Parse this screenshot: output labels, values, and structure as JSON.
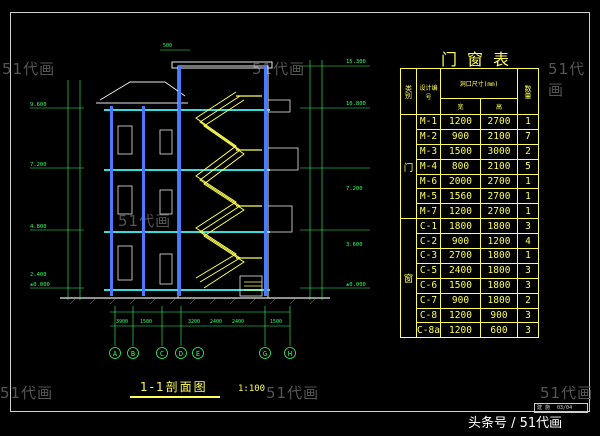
{
  "watermarks": [
    "51代画",
    "51代画",
    "51代画",
    "51代画",
    "51代画",
    "51代画",
    "51代画"
  ],
  "door_window_table": {
    "title": "门窗表",
    "headers": {
      "category": "类别",
      "code": "设计编号",
      "size": "洞口尺寸(mm)",
      "width": "宽",
      "height": "高",
      "count": "数量"
    },
    "groups": [
      {
        "label": "门",
        "rows": [
          {
            "code": "M-1",
            "width": "1200",
            "height": "2700",
            "count": "1"
          },
          {
            "code": "M-2",
            "width": "900",
            "height": "2100",
            "count": "7"
          },
          {
            "code": "M-3",
            "width": "1500",
            "height": "3000",
            "count": "2"
          },
          {
            "code": "M-4",
            "width": "800",
            "height": "2100",
            "count": "5"
          },
          {
            "code": "M-6",
            "width": "2000",
            "height": "2700",
            "count": "1"
          },
          {
            "code": "M-5",
            "width": "1560",
            "height": "2700",
            "count": "1"
          },
          {
            "code": "M-7",
            "width": "1200",
            "height": "2700",
            "count": "1"
          }
        ]
      },
      {
        "label": "窗",
        "rows": [
          {
            "code": "C-1",
            "width": "1800",
            "height": "1800",
            "count": "3"
          },
          {
            "code": "C-2",
            "width": "900",
            "height": "1200",
            "count": "4"
          },
          {
            "code": "C-3",
            "width": "2700",
            "height": "1800",
            "count": "1"
          },
          {
            "code": "C-5",
            "width": "2400",
            "height": "1800",
            "count": "3"
          },
          {
            "code": "C-6",
            "width": "1500",
            "height": "1800",
            "count": "3"
          },
          {
            "code": "C-7",
            "width": "900",
            "height": "1800",
            "count": "2"
          },
          {
            "code": "C-8",
            "width": "1200",
            "height": "900",
            "count": "3"
          },
          {
            "code": "C-8a",
            "width": "1200",
            "height": "600",
            "count": "3"
          }
        ]
      }
    ]
  },
  "section": {
    "title": "1-1剖面图",
    "scale": "1:100",
    "elevations": [
      "15.300",
      "10.800",
      "7.200",
      "3.600",
      "±0.000"
    ],
    "left_levels": [
      "9.600",
      "7.200",
      "4.800",
      "2.400",
      "±0.000"
    ],
    "axis_labels": [
      "A",
      "B",
      "C",
      "D",
      "E",
      "G",
      "H"
    ],
    "bottom_dims": [
      "3900",
      "1500",
      "3200",
      "2400",
      "2400",
      "1500"
    ],
    "top_dim": "500"
  },
  "title_block": [
    "建 施",
    "03/04"
  ],
  "brand": "头条号 / 51代画",
  "colors": {
    "background": "#000000",
    "cad_yellow": "#ffff55",
    "cad_green": "#33ff66",
    "cad_white": "#e8e8e8",
    "cad_blue": "#4a7bff",
    "cad_cyan": "#33dddd"
  }
}
